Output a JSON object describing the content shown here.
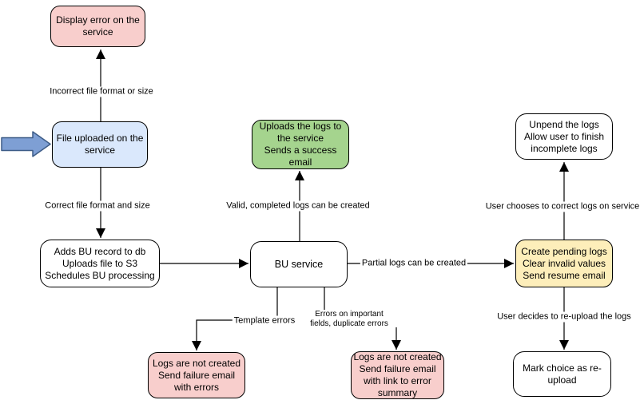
{
  "diagram": {
    "type": "flowchart",
    "colors": {
      "error_fill": "#f8cecc",
      "info_fill": "#dae8fc",
      "success_fill": "#a5d48e",
      "warning_fill": "#fdeeba",
      "plain_fill": "#ffffff",
      "shape_border": "#000000",
      "edge_stroke": "#000000",
      "pointer_arrow_fill": "#7e9fd4",
      "pointer_arrow_stroke": "#3d5c87"
    },
    "nodes": {
      "display_error": {
        "text": "Display error on the service"
      },
      "file_uploaded": {
        "text": "File uploaded on the service"
      },
      "adds_bu": {
        "lines": [
          "Adds BU record to db",
          "Uploads file to S3",
          "Schedules BU processing"
        ]
      },
      "upload_logs": {
        "lines": [
          "Uploads the logs to the service",
          "Sends a success email"
        ]
      },
      "bu_service": {
        "text": "BU service"
      },
      "create_pending": {
        "lines": [
          "Create pending logs",
          "Clear invalid values",
          "Send resume email"
        ]
      },
      "unpend": {
        "lines": [
          "Unpend the logs",
          "Allow user to finish incomplete logs"
        ]
      },
      "mark_choice": {
        "text": "Mark choice as re-upload"
      },
      "logs_failure_errors": {
        "lines": [
          "Logs are not created",
          "Send failure email with errors"
        ]
      },
      "logs_failure_summary": {
        "lines": [
          "Logs are not created",
          "Send failure email with link to error summary"
        ]
      }
    },
    "edge_labels": {
      "incorrect_file": "Incorrect file format or size",
      "correct_file": "Correct file format and size",
      "valid_completed": "Valid, completed logs can be created",
      "partial_logs": "Partial logs can be created",
      "user_correct": "User chooses to correct logs on service",
      "user_reupload": "User decides to re-upload the logs",
      "template_errors": "Template errors",
      "important_fields": "Errors on important fields, duplicate errors"
    }
  }
}
